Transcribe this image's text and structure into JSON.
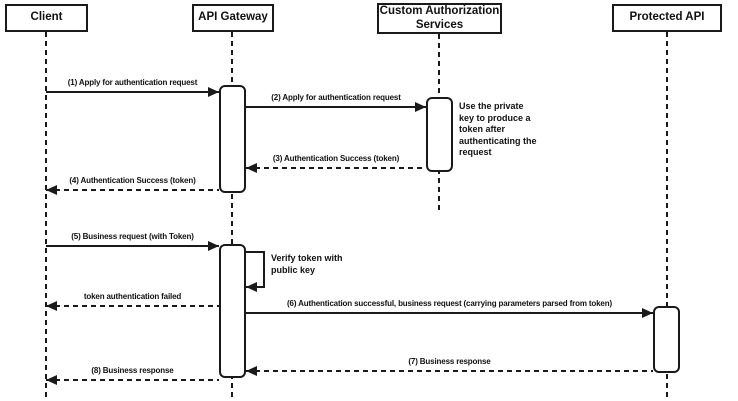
{
  "diagram": {
    "type": "sequence-diagram",
    "colors": {
      "stroke": "#1a1a1a",
      "fill": "#ffffff",
      "text": "#111111",
      "background": "#ffffff"
    },
    "actors": [
      {
        "name": "Client"
      },
      {
        "name": "API Gateway"
      },
      {
        "name": "Custom Authorization Services"
      },
      {
        "name": "Protected API"
      }
    ],
    "messages": [
      {
        "label": "(1) Apply for authentication request",
        "from": "Client",
        "to": "API Gateway",
        "line": "solid"
      },
      {
        "label": "(2) Apply for authentication request",
        "from": "API Gateway",
        "to": "Custom Authorization Services",
        "line": "solid"
      },
      {
        "label": "(3) Authentication Success (token)",
        "from": "Custom Authorization Services",
        "to": "API Gateway",
        "line": "dashed"
      },
      {
        "label": "(4) Authentication Success (token)",
        "from": "API Gateway",
        "to": "Client",
        "line": "dashed"
      },
      {
        "label": "(5) Business request (with Token)",
        "from": "Client",
        "to": "API Gateway",
        "line": "solid"
      },
      {
        "label": "Verify token with public key",
        "from": "API Gateway",
        "to": "API Gateway",
        "line": "self"
      },
      {
        "label": "token authentication failed",
        "from": "API Gateway",
        "to": "Client",
        "line": "dashed"
      },
      {
        "label": "(6) Authentication successful, business request (carrying parameters parsed from token)",
        "from": "API Gateway",
        "to": "Protected API",
        "line": "solid"
      },
      {
        "label": "(7) Business response",
        "from": "Protected API",
        "to": "API Gateway",
        "line": "dashed"
      },
      {
        "label": "(8) Business response",
        "from": "API Gateway",
        "to": "Client",
        "line": "dashed"
      }
    ],
    "note": {
      "text": "Use the private key to produce a token after authenticating the request"
    }
  }
}
